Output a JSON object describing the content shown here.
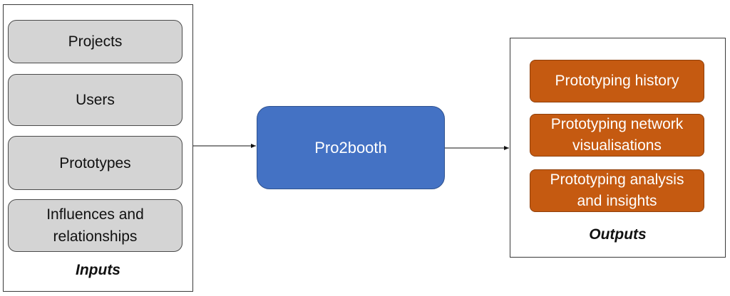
{
  "inputs": {
    "caption": "Inputs",
    "items": [
      {
        "label": "Projects"
      },
      {
        "label": "Users"
      },
      {
        "label": "Prototypes"
      },
      {
        "label": "Influences and\nrelationships"
      }
    ]
  },
  "process": {
    "label": "Pro2booth"
  },
  "outputs": {
    "caption": "Outputs",
    "items": [
      {
        "label": "Prototyping history"
      },
      {
        "label": "Prototyping network\nvisualisations"
      },
      {
        "label": "Prototyping analysis\nand insights"
      }
    ]
  },
  "colors": {
    "input_fill": "#d4d4d4",
    "process_fill": "#4472c4",
    "output_fill": "#c55a11"
  }
}
